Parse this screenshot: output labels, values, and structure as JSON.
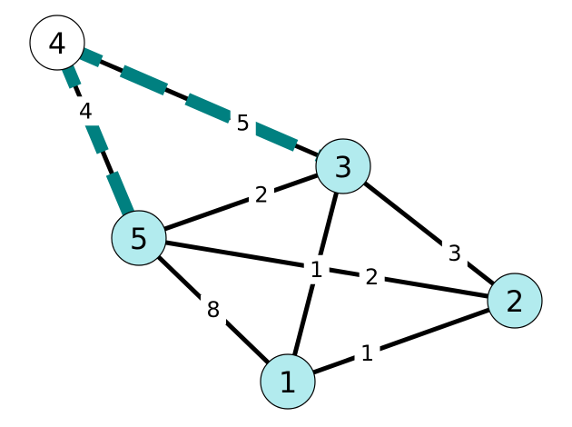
{
  "graph": {
    "colors": {
      "node_highlight": "#b2ebee",
      "node_default": "#ffffff",
      "node_stroke": "#000000",
      "edge": "#000000",
      "edge_highlight": "#008080"
    },
    "nodes": [
      {
        "id": "1",
        "label": "1",
        "highlighted": true
      },
      {
        "id": "2",
        "label": "2",
        "highlighted": true
      },
      {
        "id": "3",
        "label": "3",
        "highlighted": true
      },
      {
        "id": "4",
        "label": "4",
        "highlighted": false
      },
      {
        "id": "5",
        "label": "5",
        "highlighted": true
      }
    ],
    "edges": [
      {
        "source": "4",
        "target": "3",
        "weight": "5",
        "highlighted": true
      },
      {
        "source": "4",
        "target": "5",
        "weight": "4",
        "highlighted": true
      },
      {
        "source": "5",
        "target": "3",
        "weight": "2",
        "highlighted": false
      },
      {
        "source": "3",
        "target": "2",
        "weight": "3",
        "highlighted": false
      },
      {
        "source": "5",
        "target": "2",
        "weight": "2",
        "highlighted": false
      },
      {
        "source": "3",
        "target": "1",
        "weight": "1",
        "highlighted": false
      },
      {
        "source": "5",
        "target": "1",
        "weight": "8",
        "highlighted": false
      },
      {
        "source": "1",
        "target": "2",
        "weight": "1",
        "highlighted": false
      }
    ]
  }
}
